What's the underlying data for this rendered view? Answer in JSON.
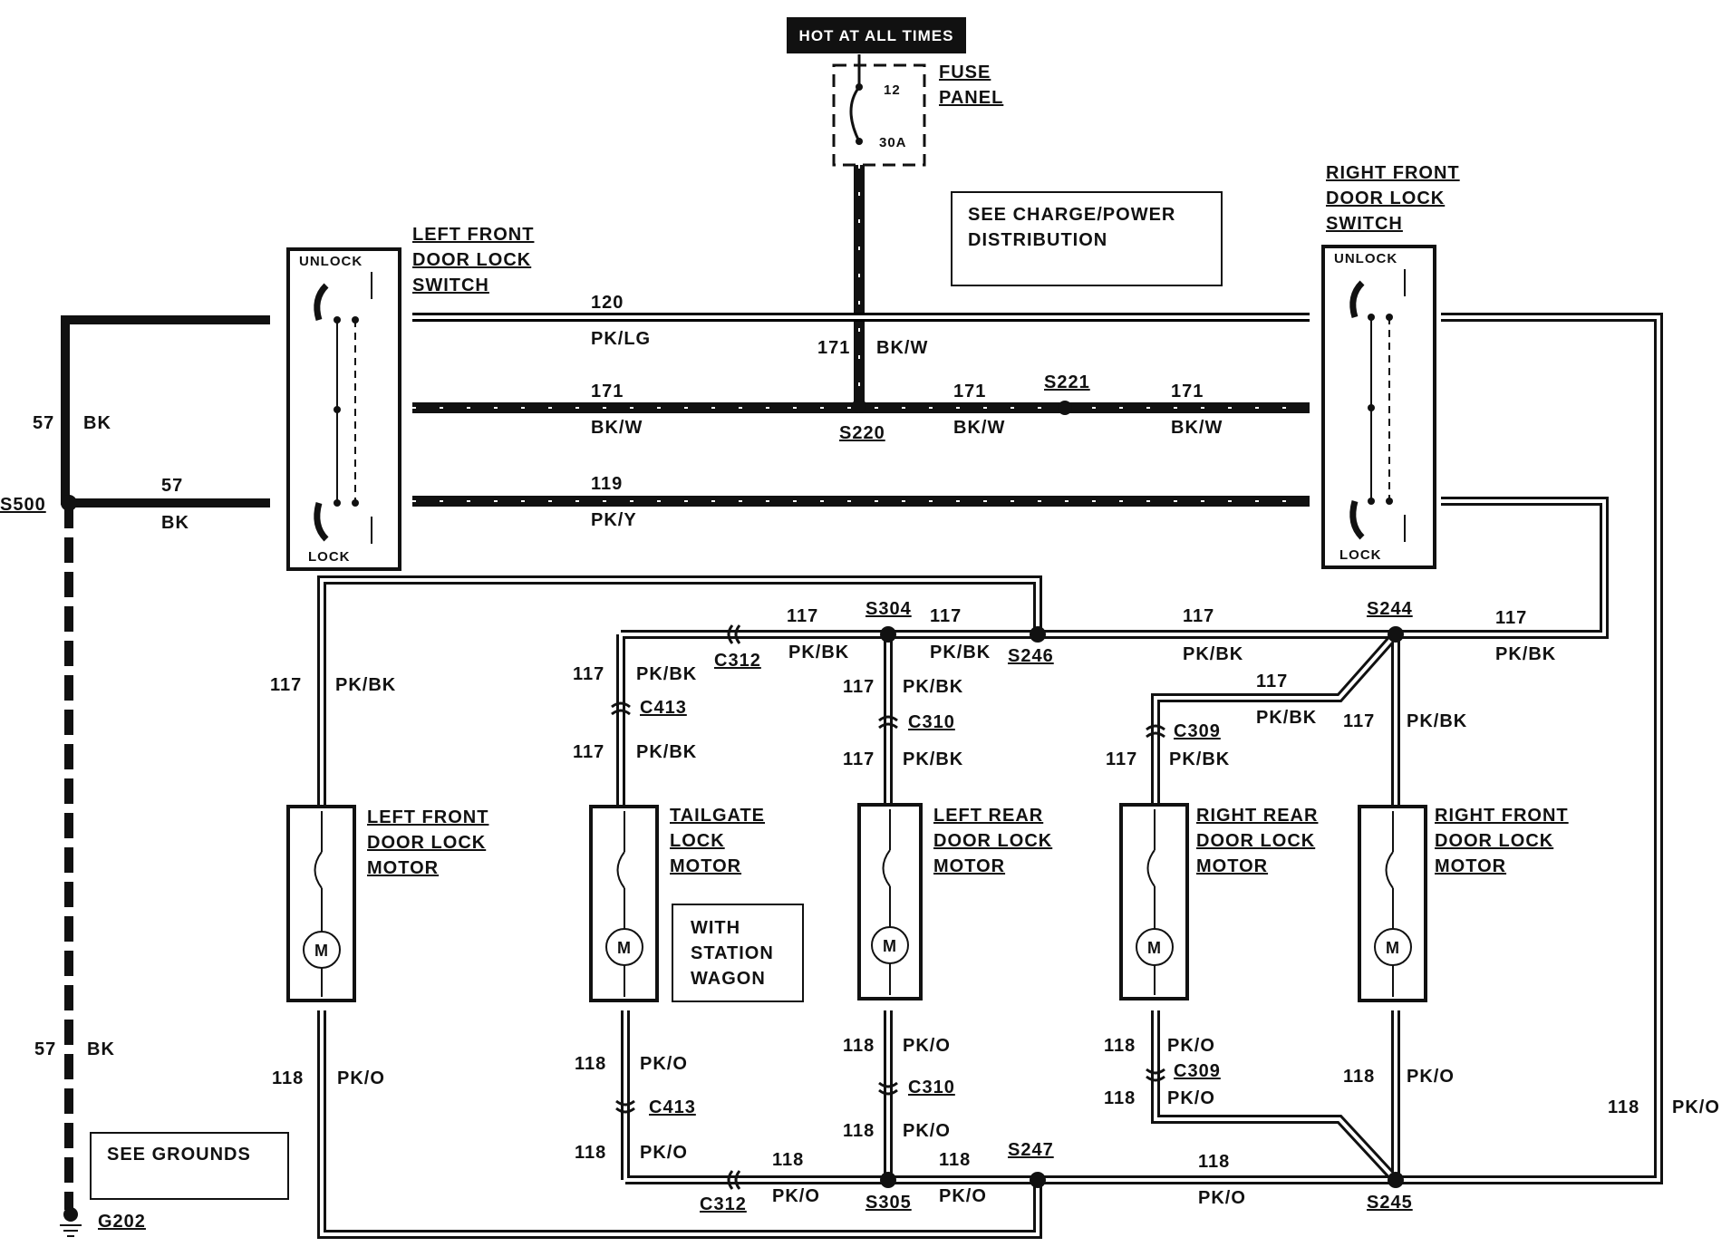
{
  "header": {
    "hot_label": "HOT AT ALL TIMES"
  },
  "fuse": {
    "title_line1": "FUSE",
    "title_line2": "PANEL",
    "number": "12",
    "rating": "30A"
  },
  "notes": {
    "charge_line1": "SEE CHARGE/POWER",
    "charge_line2": "DISTRIBUTION",
    "grounds": "SEE GROUNDS",
    "wagon_line1": "WITH",
    "wagon_line2": "STATION",
    "wagon_line3": "WAGON"
  },
  "switches": {
    "left": {
      "line1": "LEFT FRONT",
      "line2": "DOOR LOCK",
      "line3": "SWITCH",
      "unlock": "UNLOCK",
      "lock": "LOCK"
    },
    "right": {
      "line1": "RIGHT FRONT",
      "line2": "DOOR LOCK",
      "line3": "SWITCH",
      "unlock": "UNLOCK",
      "lock": "LOCK"
    }
  },
  "motors": {
    "lf": {
      "line1": "LEFT FRONT",
      "line2": "DOOR LOCK",
      "line3": "MOTOR"
    },
    "tg": {
      "line1": "TAILGATE",
      "line2": "LOCK",
      "line3": "MOTOR"
    },
    "lr": {
      "line1": "LEFT REAR",
      "line2": "DOOR LOCK",
      "line3": "MOTOR"
    },
    "rr": {
      "line1": "RIGHT REAR",
      "line2": "DOOR LOCK",
      "line3": "MOTOR"
    },
    "rf": {
      "line1": "RIGHT FRONT",
      "line2": "DOOR LOCK",
      "line3": "MOTOR"
    },
    "symbol": "M"
  },
  "splices": {
    "s500": "S500",
    "s220": "S220",
    "s221": "S221",
    "s304": "S304",
    "s246": "S246",
    "s244": "S244",
    "s305": "S305",
    "s247": "S247",
    "s245": "S245",
    "g202": "G202"
  },
  "connectors": {
    "c312a": "C312",
    "c413a": "C413",
    "c310a": "C310",
    "c309a": "C309",
    "c413b": "C413",
    "c310b": "C310",
    "c309b": "C309",
    "c312b": "C312"
  },
  "wires": {
    "w57": "57",
    "bk": "BK",
    "w120": "120",
    "pklg": "PK/LG",
    "w171": "171",
    "bkw": "BK/W",
    "w119": "119",
    "pky": "PK/Y",
    "w117": "117",
    "pkbk": "PK/BK",
    "w118": "118",
    "pko": "PK/O"
  }
}
